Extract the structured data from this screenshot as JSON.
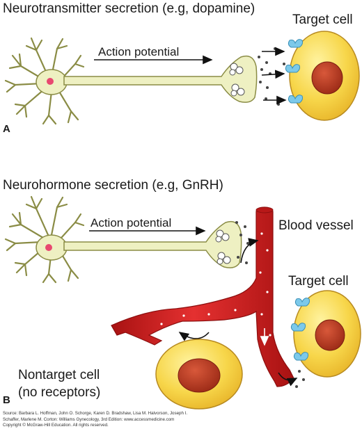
{
  "panel_a": {
    "letter": "A",
    "title": "Neurotransmitter secretion (e.g, dopamine)",
    "arrow_label": "Action potential",
    "target_label": "Target cell"
  },
  "panel_b": {
    "letter": "B",
    "title": "Neurohormone secretion (e.g, GnRH)",
    "arrow_label": "Action potential",
    "vessel_label": "Blood vessel",
    "target_label": "Target cell",
    "nontarget_label_1": "Nontarget cell",
    "nontarget_label_2": "(no receptors)"
  },
  "source": {
    "line1": "Source: Barbara L. Hoffman, John O. Schorge, Karen D. Bradshaw, Lisa M. Halvorson, Joseph I.",
    "line2": "Schaffer, Marlene M. Corton: Williams Gynecology, 3rd Edition: www.accessmedicine.com",
    "line3": "Copyright © McGraw-Hill Education. All rights reserved."
  },
  "colors": {
    "neuron": "#eef0c2",
    "neuron_stroke": "#8a8c45",
    "cell": "#f7d64a",
    "nucleus": "#b83a22",
    "vessel": "#d42020",
    "receptor": "#7cc9ea"
  }
}
